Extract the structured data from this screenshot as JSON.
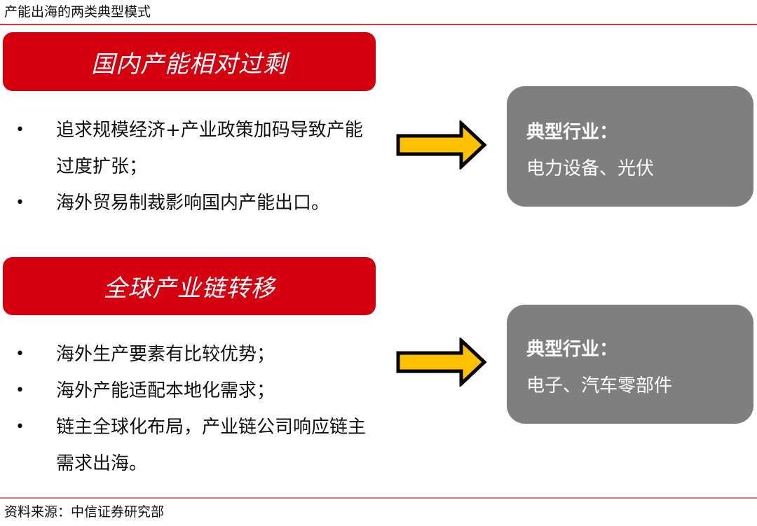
{
  "header": {
    "title": "产能出海的两类典型模式"
  },
  "sections": [
    {
      "banner": "国内产能相对过剩",
      "bullets": [
        {
          "marker": "•",
          "text": "追求规模经济+产业政策加码导致产能过度扩张；"
        },
        {
          "marker": "•",
          "text": "海外贸易制裁影响国内产能出口。"
        }
      ],
      "arrow_icon": "right-arrow-icon",
      "card": {
        "label": "典型行业：",
        "value": "电力设备、光伏"
      }
    },
    {
      "banner": "全球产业链转移",
      "bullets": [
        {
          "marker": "•",
          "text": "海外生产要素有比较优势；"
        },
        {
          "marker": "•",
          "text": "海外产能适配本地化需求；"
        },
        {
          "marker": "•",
          "text": "链主全球化布局，产业链公司响应链主需求出海。"
        }
      ],
      "arrow_icon": "right-arrow-icon",
      "card": {
        "label": "典型行业：",
        "value": "电子、汽车零部件"
      }
    }
  ],
  "footer": {
    "source": "资料来源：中信证券研究部"
  },
  "colors": {
    "banner_red": "#d5000f",
    "rule_red": "#d9383f",
    "card_gray": "#7f7f7f",
    "arrow_fill": "#ffc000",
    "arrow_stroke": "#000000"
  }
}
